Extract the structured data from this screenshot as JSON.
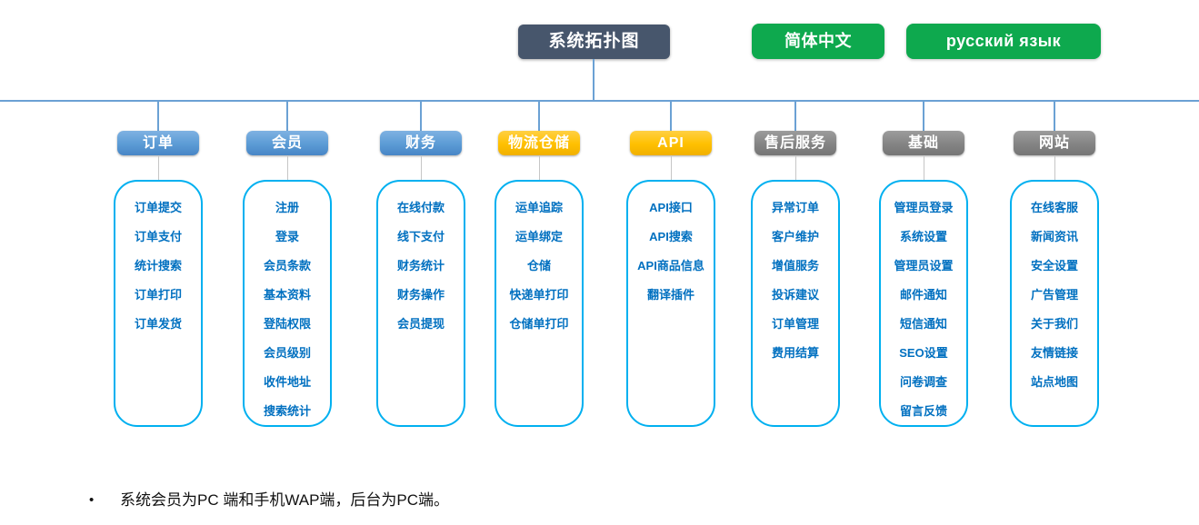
{
  "header": {
    "title": "系统拓扑图",
    "lang_buttons": [
      {
        "label": "简体中文"
      },
      {
        "label": "русский язык"
      }
    ],
    "title_bg": "#47566c",
    "lang_bg": "#0ea94e"
  },
  "diagram": {
    "line_color": "#6ba1d4",
    "box_border_color": "#00b0f0",
    "item_text_color": "#0070c0",
    "header_colors": {
      "blue": "#5b9bd5",
      "yellow": "#ffc000",
      "gray": "#848484"
    },
    "columns": [
      {
        "label": "订单",
        "color": "blue",
        "items": [
          "订单提交",
          "订单支付",
          "统计搜索",
          "订单打印",
          "订单发货"
        ]
      },
      {
        "label": "会员",
        "color": "blue",
        "items": [
          "注册",
          "登录",
          "会员条款",
          "基本资料",
          "登陆权限",
          "会员级别",
          "收件地址",
          "搜索统计"
        ]
      },
      {
        "label": "财务",
        "color": "blue",
        "items": [
          "在线付款",
          "线下支付",
          "财务统计",
          "财务操作",
          "会员提现"
        ]
      },
      {
        "label": "物流仓储",
        "color": "yellow",
        "items": [
          "运单追踪",
          "运单绑定",
          "仓储",
          "快递单打印",
          "仓储单打印"
        ]
      },
      {
        "label": "API",
        "color": "yellow",
        "items": [
          "API接口",
          "API搜索",
          "API商品信息",
          "翻译插件"
        ]
      },
      {
        "label": "售后服务",
        "color": "gray",
        "items": [
          "异常订单",
          "客户维护",
          "增值服务",
          "投诉建议",
          "订单管理",
          "费用结算"
        ]
      },
      {
        "label": "基础",
        "color": "gray",
        "items": [
          "管理员登录",
          "系统设置",
          "管理员设置",
          "邮件通知",
          "短信通知",
          "SEO设置",
          "问卷调查",
          "留言反馈"
        ]
      },
      {
        "label": "网站",
        "color": "gray",
        "items": [
          "在线客服",
          "新闻资讯",
          "安全设置",
          "广告管理",
          "关于我们",
          "友情链接",
          "站点地图"
        ]
      }
    ]
  },
  "footnote": {
    "bullet": "•",
    "text": "系统会员为PC 端和手机WAP端，后台为PC端。"
  }
}
